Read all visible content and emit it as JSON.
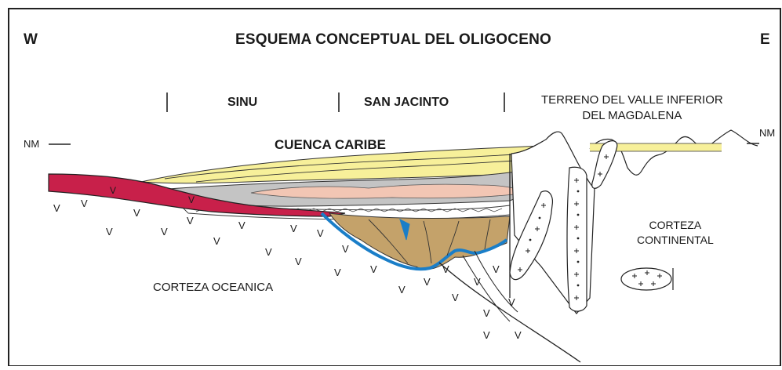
{
  "title": "ESQUEMA CONCEPTUAL DEL OLIGOCENO",
  "west_label": "W",
  "east_label": "E",
  "zones": {
    "sinu": "SINU",
    "san_jacinto": "SAN JACINTO",
    "terreno_line1": "TERRENO DEL VALLE INFERIOR",
    "terreno_line2": "DEL MAGDALENA"
  },
  "basin_label": "CUENCA CARIBE",
  "sea_level_left": "NM",
  "sea_level_right": "NM",
  "continental_crust_line1": "CORTEZA",
  "continental_crust_line2": "CONTINENTAL",
  "oceanic_crust": "CORTEZA OCEANICA",
  "oceanic_symbol": "V",
  "colors": {
    "oceanic_slab": "#c8204a",
    "yellow_sediment": "#f7f09a",
    "gray_sediment": "#c4c4c4",
    "pink_lens": "#f2c6b4",
    "brown_accretion": "#c4a26a",
    "blue_contact": "#1a7ec8"
  }
}
